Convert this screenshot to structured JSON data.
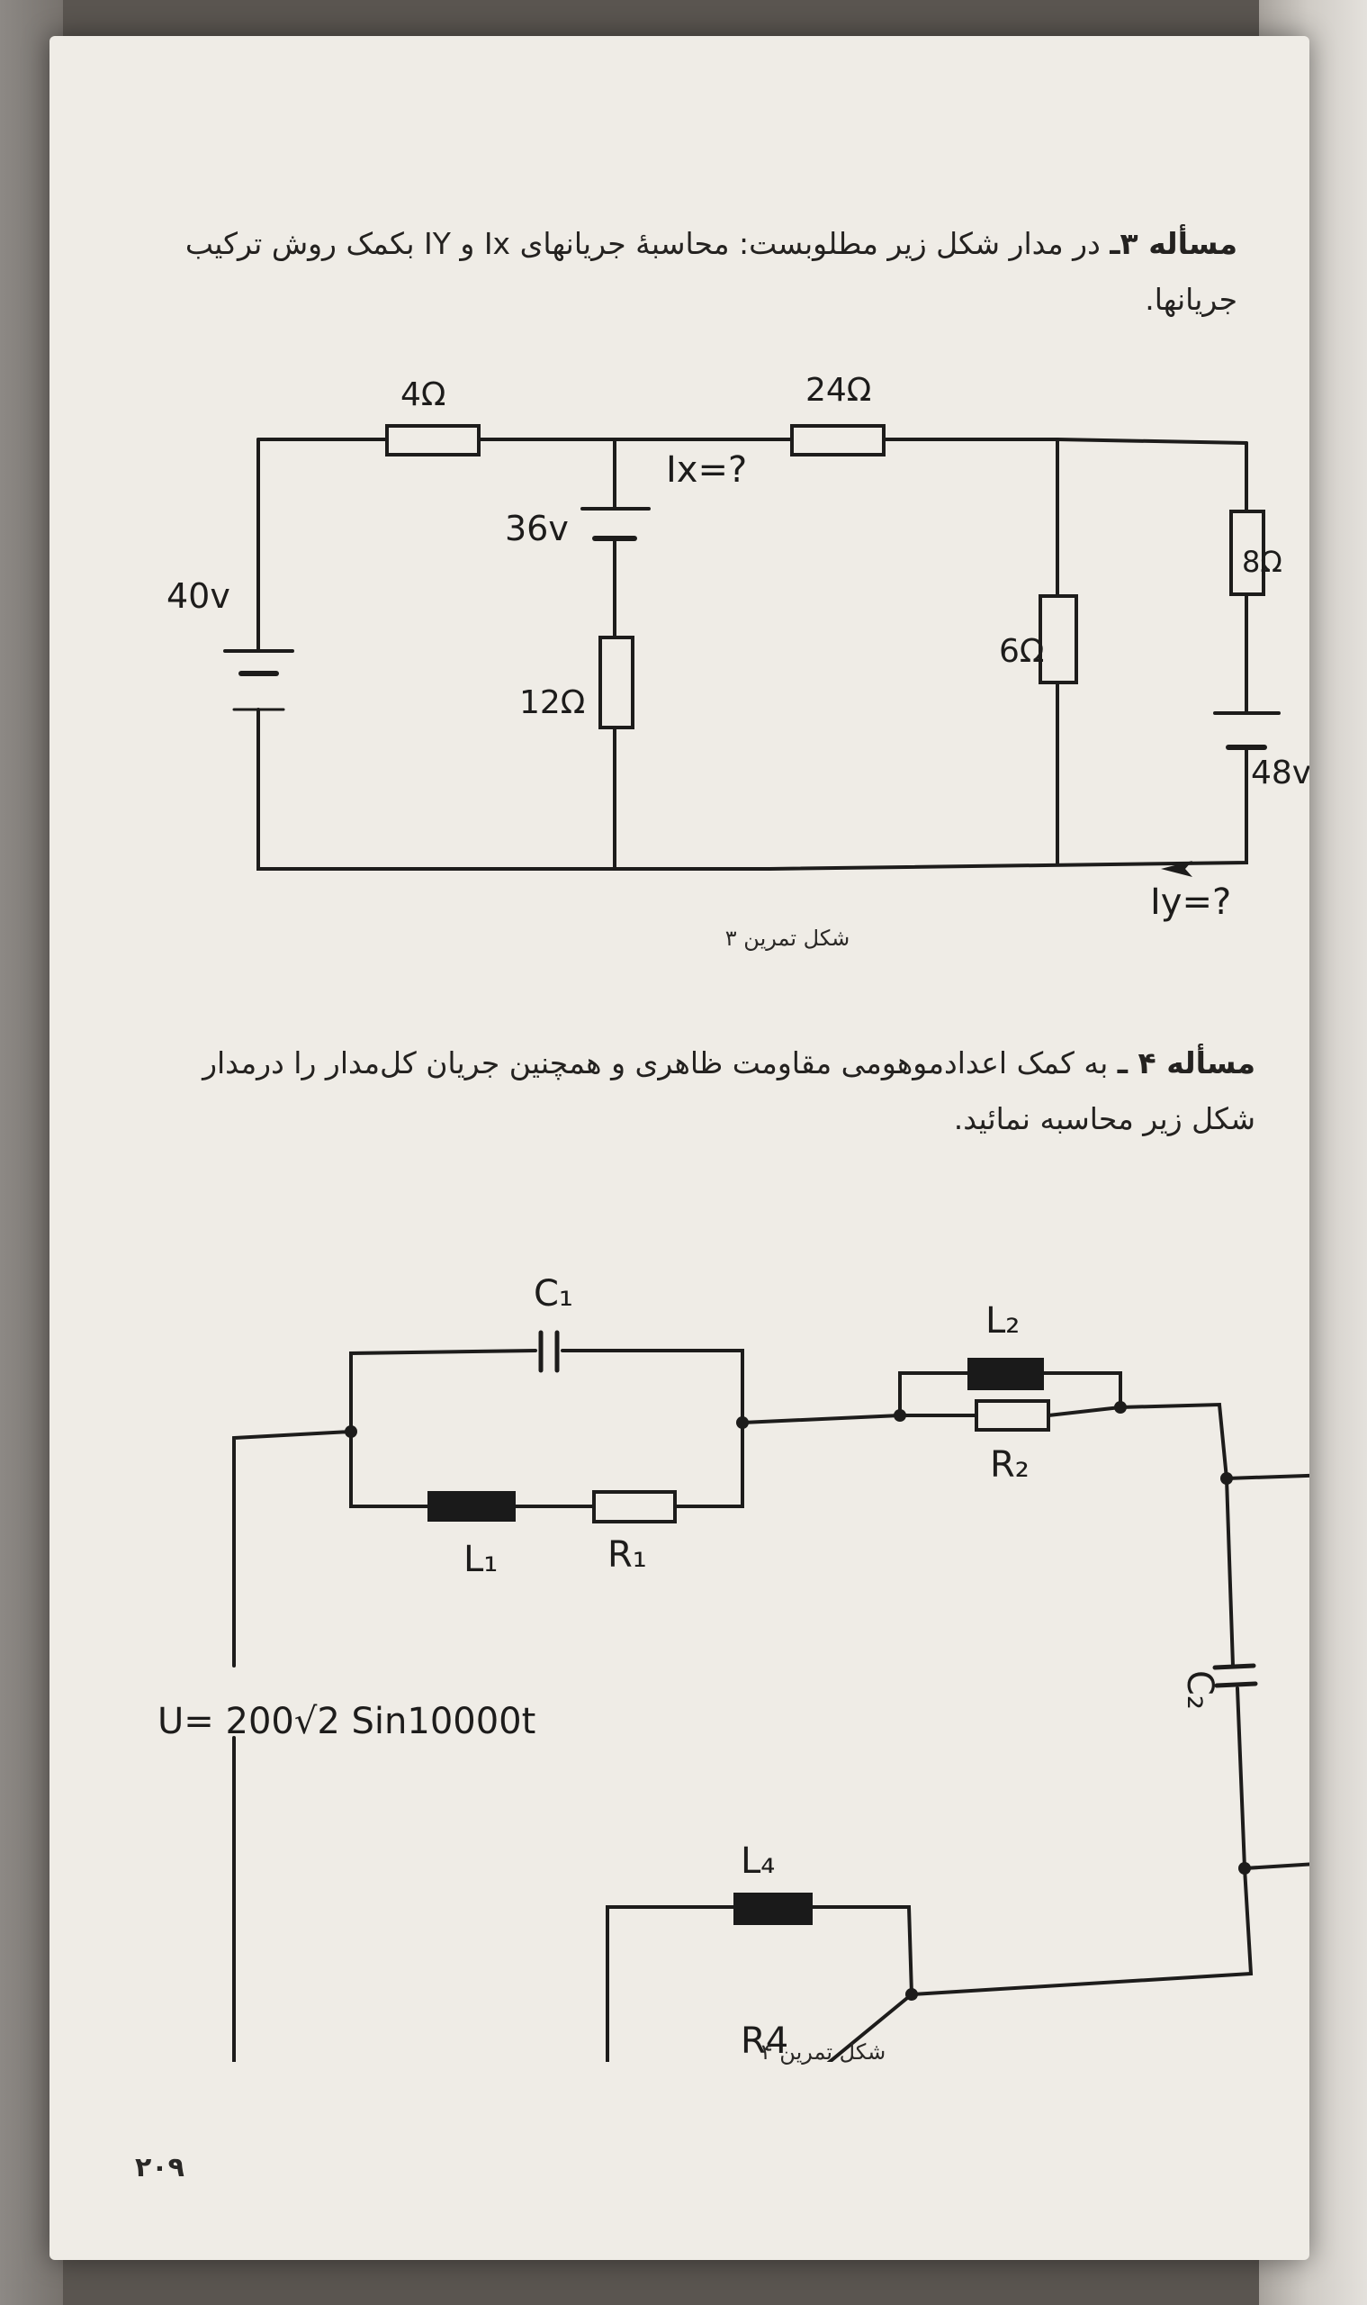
{
  "problem3": {
    "number_label": "مسأله ۳ـ",
    "text": "در مدار شکل زیر مطلوبست: محاسبهٔ جریانهای Ix و IY بکمک روش ترکیب جریانها."
  },
  "circuit3": {
    "labels": {
      "r4": "4Ω",
      "r24": "24Ω",
      "r8": "8Ω",
      "r6": "6Ω",
      "r12": "12Ω",
      "v40": "40v",
      "v36": "36v",
      "v48": "48v",
      "ix": "Ix=?",
      "iy": "Iy=?"
    },
    "caption": "شکل تمرین ۳"
  },
  "problem4": {
    "number_label": "مسأله ۴ ـ",
    "text": "به کمک اعدادموهومی مقاومت ظاهری و همچنین جریان کل‌مدار را درمدار شکل زیر محاسبه نمائید."
  },
  "circuit4": {
    "labels": {
      "c1": "C₁",
      "l1": "L₁",
      "r1": "R₁",
      "l2": "L₂",
      "r2": "R₂",
      "c2": "C₂",
      "l4": "L₄",
      "r4": "R4",
      "source": "U= 200√2 Sin10000t"
    },
    "caption": "شکل تمرین ۴"
  },
  "page_number": "۲۰۹",
  "colors": {
    "paper": "#efece6",
    "ink": "#1d1c1b",
    "inductor": "#1a1a1a"
  }
}
